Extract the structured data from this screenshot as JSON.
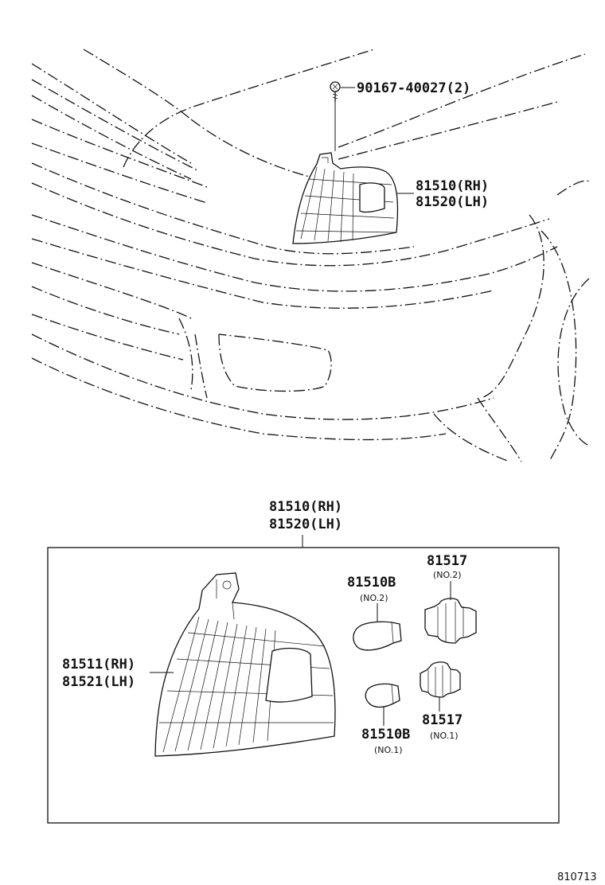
{
  "callouts": {
    "screw": "90167-40027(2)",
    "lamp_top_rh": "81510(RH)",
    "lamp_top_lh": "81520(LH)",
    "lamp_box_rh": "81510(RH)",
    "lamp_box_lh": "81520(LH)",
    "lens_rh": "81511(RH)",
    "lens_lh": "81521(LH)",
    "bulb_no2": "81510B",
    "bulb_no2_sub": "(NO.2)",
    "bulb_no1": "81510B",
    "bulb_no1_sub": "(NO.1)",
    "socket_no2": "81517",
    "socket_no2_sub": "(NO.2)",
    "socket_no1": "81517",
    "socket_no1_sub": "(NO.1)"
  },
  "reference_code": "810713"
}
